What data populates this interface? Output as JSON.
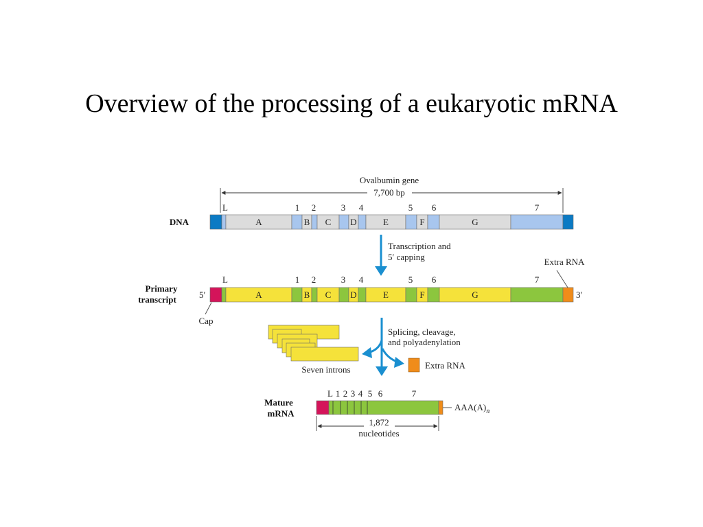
{
  "title": "Overview of the processing of a eukaryotic mRNA",
  "gene": {
    "name": "Ovalbumin gene",
    "length": "7,700 bp"
  },
  "rows": {
    "dna": "DNA",
    "primary_line1": "Primary",
    "primary_line2": "transcript",
    "mature_line1": "Mature",
    "mature_line2": "mRNA"
  },
  "exon_labels": [
    "L",
    "1",
    "2",
    "3",
    "4",
    "5",
    "6",
    "7"
  ],
  "intron_labels": [
    "A",
    "B",
    "C",
    "D",
    "E",
    "F",
    "G"
  ],
  "end_labels": {
    "five_prime": "5′",
    "three_prime": "3′",
    "cap": "Cap",
    "extra_rna": "Extra RNA"
  },
  "steps": {
    "step1_line1": "Transcription and",
    "step1_line2": "5′ capping",
    "step2_line1": "Splicing, cleavage,",
    "step2_line2": "and polyadenylation"
  },
  "products": {
    "introns": "Seven introns",
    "extra_rna": "Extra RNA",
    "polya": "AAA(A)",
    "polya_sub": "n"
  },
  "mature": {
    "length": "1,872",
    "unit": "nucleotides"
  },
  "colors": {
    "dna_exon": "#a8c6ee",
    "dna_intron": "#dcdcdc",
    "dna_end": "#0b7ac4",
    "intron_rna": "#f5e23a",
    "exon_rna": "#8cc63e",
    "cap": "#d4145a",
    "extra_rna": "#f08c1a",
    "arrow": "#1a8fd0"
  }
}
